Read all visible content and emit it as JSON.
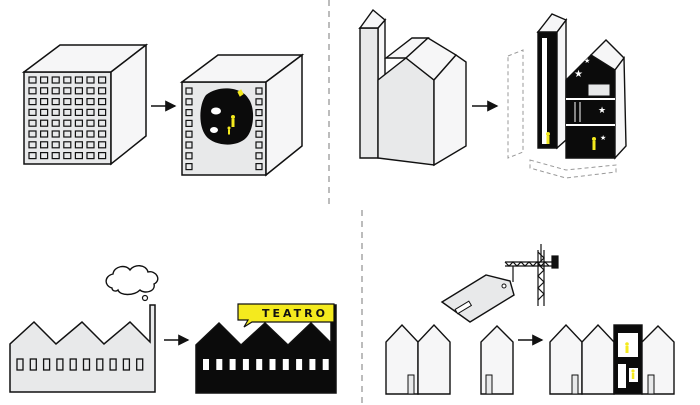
{
  "colors": {
    "facade": "#e8e9ea",
    "side": "#f6f6f7",
    "dark": "#0b0b0b",
    "accent": "#f4ea1e",
    "line": "#111111",
    "divider": "#7a7a7a"
  },
  "panels": [
    {
      "id": "office-block",
      "from": "grid-facade-cube",
      "to": "hollowed-cube-with-void"
    },
    {
      "id": "church",
      "from": "church-with-steeple",
      "to": "church-interior-exposed"
    },
    {
      "id": "factory",
      "from": "sawtooth-factory-with-smoke",
      "to": "black-factory-theatre"
    },
    {
      "id": "row-houses",
      "from": "houses-with-gap",
      "to": "infill-house-with-crane-and-tag"
    }
  ],
  "labels": {
    "teatro_sign": "TEATRO"
  },
  "icons": {
    "arrow": "arrow-right-icon",
    "star": "star-icon",
    "figure": "person-icon",
    "cloud": "smoke-cloud-icon",
    "crane": "crane-icon",
    "tag": "price-tag-icon"
  }
}
